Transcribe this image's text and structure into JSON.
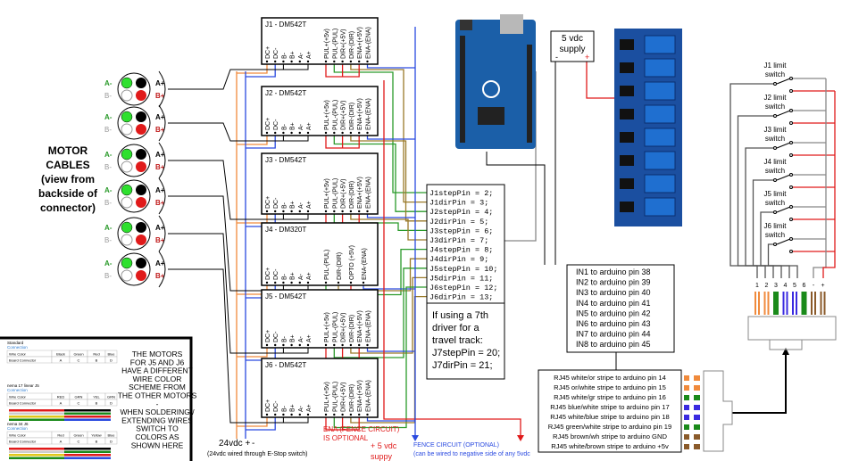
{
  "motor_cables_label": [
    "MOTOR",
    "CABLES",
    "(view from",
    "backside of",
    "connector)"
  ],
  "motor_connector": {
    "a_minus": "A-",
    "a_plus": "A+",
    "b_minus": "B-",
    "b_plus": "B+"
  },
  "drivers": [
    {
      "title": "J1 - DM542T",
      "pins": [
        "DC+",
        "DC-",
        "B-",
        "B+",
        "A-",
        "A+",
        "PUL+(+5v)",
        "PUL-(PUL)",
        "DIR+(+5V)",
        "DIR-(DIR)",
        "ENA+(+5V)",
        "ENA-(ENA)"
      ]
    },
    {
      "title": "J2 - DM542T",
      "pins": [
        "DC+",
        "DC-",
        "B-",
        "B+",
        "A-",
        "A+",
        "PUL+(+5v)",
        "PUL-(PUL)",
        "DIR+(+5V)",
        "DIR-(DIR)",
        "ENA+(+5V)",
        "ENA-(ENA)"
      ]
    },
    {
      "title": "J3 - DM542T",
      "pins": [
        "DC+",
        "DC-",
        "B-",
        "B+",
        "A-",
        "A+",
        "PUL+(+5v)",
        "PUL-(PUL)",
        "DIR+(+5V)",
        "DIR-(DIR)",
        "ENA+(+5V)",
        "ENA-(ENA)"
      ]
    },
    {
      "title": "J4 - DM320T",
      "pins": [
        "DC+",
        "DC-",
        "B-",
        "B+",
        "A-",
        "A+",
        "PUL-(PUL)",
        "DIR-(DIR)",
        "OPTO (+5V)",
        "ENA-(ENA)"
      ]
    },
    {
      "title": "J5 - DM542T",
      "pins": [
        "DC+",
        "DC-",
        "B-",
        "B+",
        "A-",
        "A+",
        "PUL+(+5v)",
        "PUL-(PUL)",
        "DIR+(+5V)",
        "DIR-(DIR)",
        "ENA+(+5V)",
        "ENA-(ENA)"
      ]
    },
    {
      "title": "J6 - DM542T",
      "pins": [
        "DC+",
        "DC-",
        "B-",
        "B+",
        "A-",
        "A+",
        "PUL+(+5v)",
        "PUL-(PUL)",
        "DIR+(+5V)",
        "DIR-(DIR)",
        "ENA+(+5V)",
        "ENA-(ENA)"
      ]
    }
  ],
  "code_pins": [
    "J1stepPin = 2;",
    "J1dirPin = 3;",
    "J2stepPin = 4;",
    "J2dirPin = 5;",
    "J3stepPin = 6;",
    "J3dirPin = 7;",
    "J4stepPin = 8;",
    "J4dirPin = 9;",
    "J5stepPin = 10;",
    "J5dirPin = 11;",
    "J6stepPin = 12;",
    "J6dirPin = 13;"
  ],
  "seventh_driver_note": [
    "If using a 7th",
    "driver for a",
    "travel track:",
    "J7stepPin = 20;",
    "J7dirPin = 21;"
  ],
  "supply_5v": {
    "label": [
      "5 vdc",
      "supply"
    ],
    "minus": "-",
    "plus": "+"
  },
  "relay_inputs": [
    "IN1 to arduino pin 38",
    "IN2 to arduino pin 39",
    "IN3 to arduino pin 40",
    "IN4 to arduino pin 41",
    "IN5 to arduino pin 42",
    "IN6 to arduino pin 43",
    "IN7 to arduino pin 44",
    "IN8 to arduino pin 45"
  ],
  "rj45_map": [
    "RJ45 white/or stripe   to arduino pin 14",
    "RJ45 or/white stripe   to arduino pin 15",
    "RJ45 white/gr stripe   to arduino pin 16",
    "RJ45 blue/white stripe  to arduino pin 17",
    "RJ45 white/blue stripe  to arduino pin 18",
    "RJ45 green/white stripe to arduino pin 19",
    "RJ45 brown/wh stripe    to arduino GND",
    "RJ45 white/brown stripe to arduino  +5v"
  ],
  "limit_switches": [
    {
      "label": [
        "J1 limit",
        "switch"
      ]
    },
    {
      "label": [
        "J2 limit",
        "switch"
      ]
    },
    {
      "label": [
        "J3 limit",
        "switch"
      ]
    },
    {
      "label": [
        "J4 limit",
        "switch"
      ]
    },
    {
      "label": [
        "J5 limit",
        "switch"
      ]
    },
    {
      "label": [
        "J6 limit",
        "switch"
      ]
    }
  ],
  "rj45_jack_labels": [
    "1",
    "2",
    "3",
    "4",
    "5",
    "6",
    "-",
    "+"
  ],
  "rj45_wire_colors": [
    "#f08a3c",
    "#f08a3c",
    "#1a8a1a",
    "#3a2ae0",
    "#3a2ae0",
    "#1a8a1a",
    "#8a5a2a",
    "#8a5a2a"
  ],
  "power": {
    "label": "24vdc +",
    "minus": "-",
    "note": "(24vdc wired through E-Stop switch)"
  },
  "ena_note": [
    "ENA (FENCE CIRCUIT)",
    "IS OPTIONAL"
  ],
  "supply_note": [
    "+ 5 vdc",
    "suppy"
  ],
  "fence_note": [
    "FENCE CIRCUIT  (OPTIONAL)",
    "(can be wired to negative side of any 5vdc"
  ],
  "wire_note": [
    "THE MOTORS",
    "FOR J5 AND J6",
    "HAVE A DIFFERENT",
    "WIRE COLOR",
    "SCHEME FROM",
    "THE OTHER MOTORS",
    "-",
    "WHEN SOLDERING /",
    "EXTENDING WIRES",
    "SWITCH TO",
    "COLORS AS",
    "SHOWN HERE"
  ],
  "wire_tables": [
    {
      "title": "Standard",
      "subtitle": "Connection",
      "rows": [
        [
          "Wire Color",
          "Black",
          "Green",
          "Red",
          "Blue"
        ],
        [
          "Board Connector",
          "A",
          "C",
          "B",
          "D"
        ]
      ]
    },
    {
      "title": "nema 17 linear J5",
      "subtitle": "Connection",
      "rows": [
        [
          "Wire Color",
          "RED",
          "GRN",
          "YEL",
          "GRN"
        ],
        [
          "Board Connector",
          "A",
          "C",
          "B",
          "D"
        ]
      ]
    },
    {
      "title": "nema 34 J6",
      "subtitle": "Connection",
      "rows": [
        [
          "Wire Color",
          "Red",
          "Green",
          "Yellow",
          "Blue"
        ],
        [
          "Board Connector",
          "A",
          "C",
          "B",
          "D"
        ]
      ]
    }
  ],
  "colors": {
    "step_wire": "#2a9a2a",
    "dir_wire": "#9a7a2a",
    "plus5v": "#e01a1a",
    "ena": "#2a4ae0",
    "dc_plus": "#f08a3c",
    "dc_minus": "#2a4ae0",
    "note_red": "#e01a1a",
    "note_blue": "#2a4ae0"
  }
}
